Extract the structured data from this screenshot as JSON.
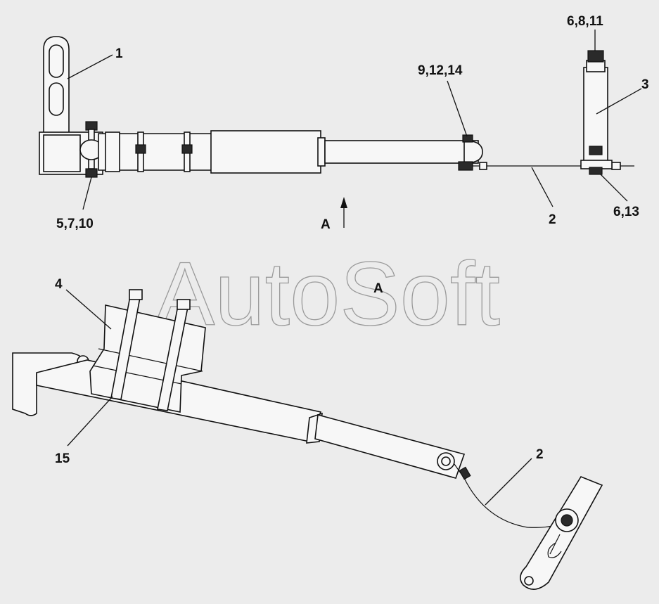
{
  "watermark": "AutoSoft",
  "view_label_top": "A",
  "view_label_bottom": "A",
  "callouts": {
    "c1": "1",
    "c2_top": "2",
    "c3": "3",
    "c4": "4",
    "c2_bottom": "2",
    "c15": "15",
    "c5_7_10": "5,7,10",
    "c6_8_11": "6,8,11",
    "c9_12_14": "9,12,14",
    "c6_13": "6,13"
  }
}
